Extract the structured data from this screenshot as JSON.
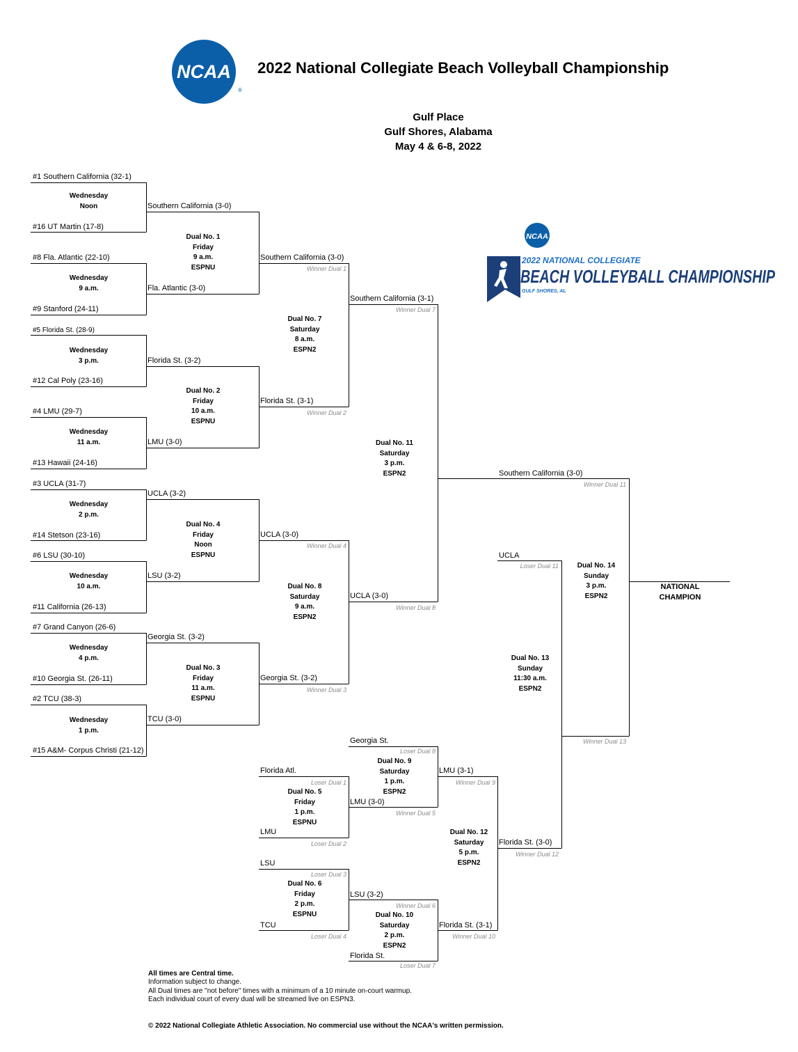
{
  "header": {
    "title": "2022 National Collegiate Beach Volleyball Championship",
    "logo_text": "NCAA",
    "venue_lines": [
      "Gulf Place",
      "Gulf Shores, Alabama",
      "May 4 & 6-8, 2022"
    ]
  },
  "event_logo": {
    "badge": "NCAA",
    "line1": "2022 NATIONAL COLLEGIATE",
    "line2": "BEACH VOLLEYBALL CHAMPIONSHIP",
    "line3": "GULF SHORES, AL"
  },
  "teams": {
    "r1_1": "#1 Southern California (32-1)",
    "r1_16": "#16 UT Martin (17-8)",
    "r1_8": "#8 Fla. Atlantic (22-10)",
    "r1_9": "#9 Stanford (24-11)",
    "r1_5": "#5 Florida St. (28-9)",
    "r1_12": "#12 Cal Poly (23-16)",
    "r1_4": "#4 LMU (29-7)",
    "r1_13": "#13 Hawaii (24-16)",
    "r1_3": "#3 UCLA (31-7)",
    "r1_14": "#14 Stetson (23-16)",
    "r1_6": "#6 LSU (30-10)",
    "r1_11": "#11 California (26-13)",
    "r1_7": "#7 Grand Canyon (26-6)",
    "r1_10": "#10 Georgia St. (26-11)",
    "r1_2": "#2 TCU (38-3)",
    "r1_15": "#15 A&M- Corpus Christi (21-12)",
    "r2_usc": "Southern California (3-0)",
    "r2_fau": "Fla. Atlantic (3-0)",
    "r2_fsu": "Florida St. (3-2)",
    "r2_lmu": "LMU (3-0)",
    "r2_ucla": "UCLA (3-2)",
    "r2_lsu": "LSU (3-2)",
    "r2_gsu": "Georgia St. (3-2)",
    "r2_tcu": "TCU (3-0)",
    "w_d1": "Southern California (3-0)",
    "w_d2": "Florida St. (3-1)",
    "w_d4": "UCLA (3-0)",
    "w_d3": "Georgia St. (3-2)",
    "w_d7": "Southern California (3-1)",
    "w_d8": "UCLA (3-0)",
    "w_d11": "Southern California (3-0)",
    "l_d11": "UCLA",
    "w_d12": "Florida St. (3-0)",
    "l_d8": "Georgia St.",
    "l_d1": "Florida Atl.",
    "w_d9": "LMU (3-1)",
    "w_d5": "LMU (3-0)",
    "l_d2": "LMU",
    "l_d3": "LSU",
    "w_d6": "LSU (3-2)",
    "w_d10": "Florida St. (3-1)",
    "l_d4": "TCU",
    "l_d7": "Florida St."
  },
  "sublabels": {
    "winner_dual_1": "Winner Dual 1",
    "winner_dual_2": "Winner Dual 2",
    "winner_dual_3": "Winner Dual 3",
    "winner_dual_4": "Winner Dual 4",
    "winner_dual_5": "Winner Dual 5",
    "winner_dual_6": "Winner Dual 6",
    "winner_dual_7": "Winner Dual 7",
    "winner_dual_8": "Winner Dual 8",
    "winner_dual_9": "Winner Dual 9",
    "winner_dual_10": "Winner Dual 10",
    "winner_dual_11": "Winner Dual 11",
    "winner_dual_12": "Winner Dual 12",
    "winner_dual_13": "Winner Dual 13",
    "loser_dual_1": "Loser Dual 1",
    "loser_dual_2": "Loser Dual 2",
    "loser_dual_3": "Loser Dual 3",
    "loser_dual_4": "Loser Dual 4",
    "loser_dual_7": "Loser Dual 7",
    "loser_dual_8": "Loser Dual 8",
    "loser_dual_11": "Loser Dual 11"
  },
  "first_round": [
    [
      "Wednesday",
      "Noon"
    ],
    [
      "Wednesday",
      "9 a.m."
    ],
    [
      "Wednesday",
      "3 p.m."
    ],
    [
      "Wednesday",
      "11 a.m."
    ],
    [
      "Wednesday",
      "2 p.m."
    ],
    [
      "Wednesday",
      "10 a.m."
    ],
    [
      "Wednesday",
      "4 p.m."
    ],
    [
      "Wednesday",
      "1 p.m."
    ]
  ],
  "duals": {
    "d1": [
      "Dual  No. 1",
      "Friday",
      "9 a.m.",
      "ESPNU"
    ],
    "d2": [
      "Dual  No. 2",
      "Friday",
      "10 a.m.",
      "ESPNU"
    ],
    "d4": [
      "Dual No. 4",
      "Friday",
      "Noon",
      "ESPNU"
    ],
    "d3": [
      "Dual No. 3",
      "Friday",
      "11 a.m.",
      "ESPNU"
    ],
    "d7": [
      "Dual No. 7",
      "Saturday",
      "8 a.m.",
      "ESPN2"
    ],
    "d8": [
      "Dual No. 8",
      "Saturday",
      "9 a.m.",
      "ESPN2"
    ],
    "d11": [
      "Dual No. 11",
      "Saturday",
      "3 p.m.",
      "ESPN2"
    ],
    "d14": [
      "Dual No. 14",
      "Sunday",
      "3 p.m.",
      "ESPN2"
    ],
    "d13": [
      "Dual No. 13",
      "Sunday",
      "11:30 a.m.",
      "ESPN2"
    ],
    "d9": [
      "Dual No. 9",
      "Saturday",
      "1 p.m.",
      "ESPN2"
    ],
    "d5": [
      "Dual No. 5",
      "Friday",
      "1 p.m.",
      "ESPNU"
    ],
    "d12": [
      "Dual No. 12",
      "Saturday",
      "5 p.m.",
      "ESPN2"
    ],
    "d6": [
      "Dual No. 6",
      "Friday",
      "2 p.m.",
      "ESPNU"
    ],
    "d10": [
      "Dual No. 10",
      "Saturday",
      "2 p.m.",
      "ESPN2"
    ]
  },
  "champion_label": [
    "NATIONAL",
    "CHAMPION"
  ],
  "footnotes": {
    "line1": "All times are Central time.",
    "line2": "Information subject to change.",
    "line3": "All Dual times are \"not before\" times with a minimum of a 10 minute on-court warmup.",
    "line4": "Each individual court of every dual will be streamed live on ESPN3."
  },
  "copyright": "© 2022 National Collegiate Athletic Association.  No commercial use without the NCAA's written permission."
}
